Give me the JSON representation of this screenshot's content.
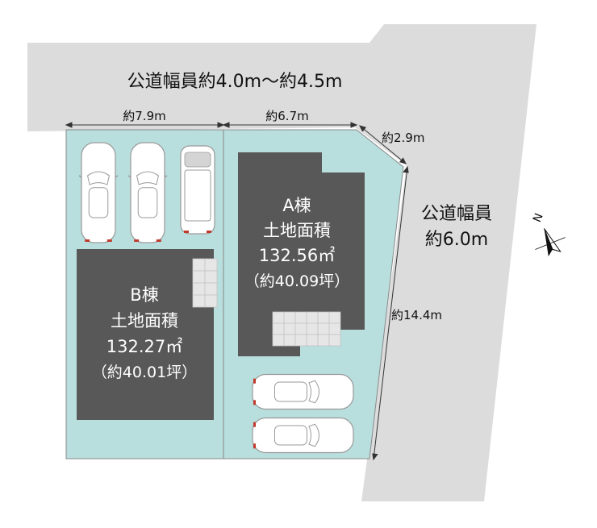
{
  "colors": {
    "road": "#dcdcdc",
    "lot": "#b8dedd",
    "building": "#585858",
    "lot_border": "#8a8a8a",
    "car_body": "#ffffff",
    "car_outline": "#9a9a9a",
    "car_light": "#c0392b",
    "text": "#111111",
    "text_on_building": "#ffffff"
  },
  "roads": {
    "north_label": "公道幅員約4.0m～約4.5m",
    "east_label_line1": "公道幅員",
    "east_label_line2": "約6.0m"
  },
  "dimensions": {
    "b_lot_width": "約7.9m",
    "a_lot_width": "約6.7m",
    "corner_cut": "約2.9m",
    "east_side": "約14.4m"
  },
  "building_a": {
    "name": "A棟",
    "area_label": "土地面積",
    "area": "132.56㎡",
    "tsubo": "（約40.09坪）"
  },
  "building_b": {
    "name": "B棟",
    "area_label": "土地面積",
    "area": "132.27㎡",
    "tsubo": "（約40.01坪）"
  },
  "compass": {
    "letter": "N",
    "icon": "north-arrow-icon"
  }
}
